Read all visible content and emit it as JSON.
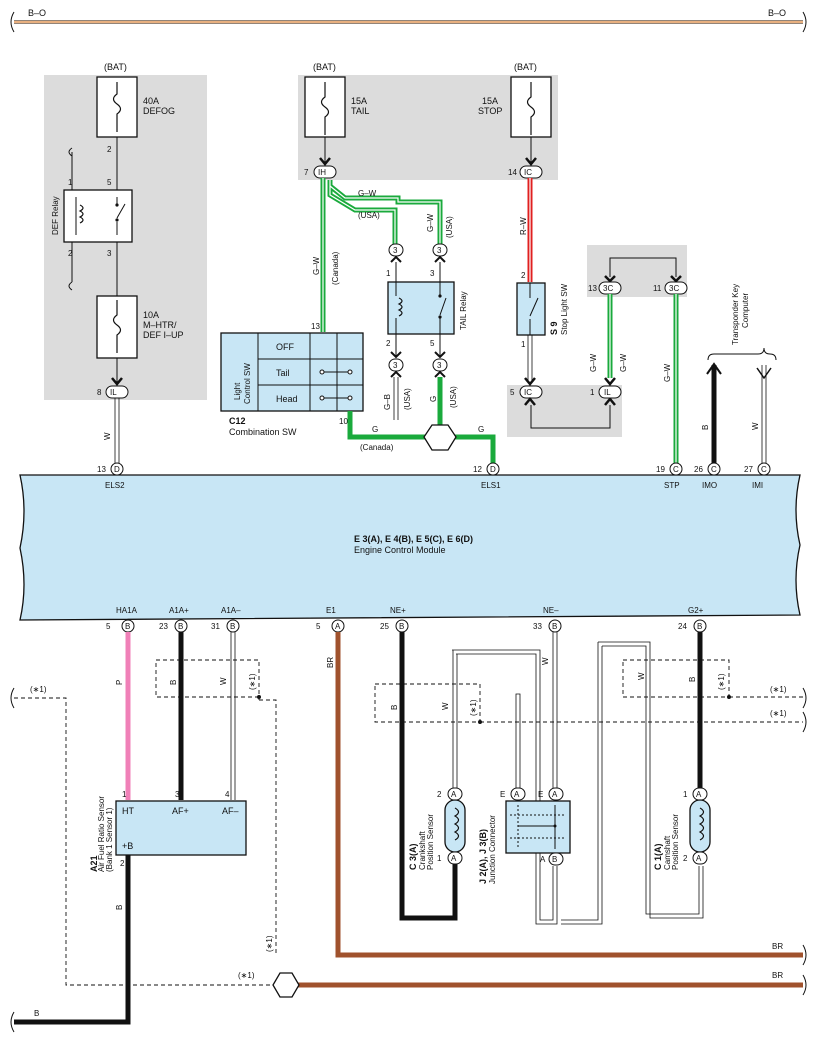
{
  "colors": {
    "panel_gray": "#dcdcdc",
    "component_blue": "#c8e6f5",
    "ecm_blue": "#c8e6f5",
    "wire_green": "#1aaa3c",
    "wire_red": "#e02020",
    "wire_pink": "#f080b8",
    "wire_brown": "#a0522d",
    "wire_black": "#111111",
    "wire_bo": "#e8b080"
  },
  "top_bus": {
    "left": "B–O",
    "right": "B–O"
  },
  "bat": {
    "label": "(BAT)"
  },
  "fuses": {
    "defog": {
      "rating": "40A",
      "name": "DEFOG"
    },
    "tail": {
      "rating": "15A",
      "name": "TAIL"
    },
    "stop": {
      "rating": "15A",
      "name": "STOP"
    },
    "mhtr": {
      "rating": "10A",
      "name_line1": "M–HTR/",
      "name_line2": "DEF I–UP"
    }
  },
  "relays": {
    "def": "DEF Relay",
    "tail": "TAIL Relay"
  },
  "light_sw": {
    "title_line1": "Light",
    "title_line2": "Control SW",
    "positions": [
      "OFF",
      "Tail",
      "Head"
    ],
    "code": "C12",
    "name": "Combination SW"
  },
  "stop_sw": {
    "code": "S 9",
    "name": "Stop Light SW"
  },
  "transponder": {
    "line1": "Transponder Key",
    "line2": "Computer"
  },
  "ecm": {
    "title": "E 3(A), E 4(B), E 5(C), E 6(D)",
    "name": "Engine Control Module",
    "top_pins": [
      {
        "num": "13",
        "conn": "D",
        "label": "ELS2"
      },
      {
        "num": "12",
        "conn": "D",
        "label": "ELS1"
      },
      {
        "num": "19",
        "conn": "C",
        "label": "STP"
      },
      {
        "num": "26",
        "conn": "C",
        "label": "IMO"
      },
      {
        "num": "27",
        "conn": "C",
        "label": "IMI"
      }
    ],
    "bottom_pins": [
      {
        "num": "5",
        "conn": "B",
        "label": "HA1A"
      },
      {
        "num": "23",
        "conn": "B",
        "label": "A1A+"
      },
      {
        "num": "31",
        "conn": "B",
        "label": "A1A–"
      },
      {
        "num": "5",
        "conn": "A",
        "label": "E1"
      },
      {
        "num": "25",
        "conn": "B",
        "label": "NE+"
      },
      {
        "num": "33",
        "conn": "B",
        "label": "NE–"
      },
      {
        "num": "24",
        "conn": "B",
        "label": "G2+"
      }
    ]
  },
  "connectors": {
    "ih": "IH",
    "ic": "IC",
    "il": "IL",
    "c3": "3C",
    "three": "3",
    "d": "D",
    "c": "C",
    "a": "A",
    "b": "B",
    "e": "E"
  },
  "wire_labels": {
    "gw": "G–W",
    "rw": "R–W",
    "w": "W",
    "b": "B",
    "g": "G",
    "gb": "G–B",
    "p": "P",
    "br": "BR",
    "canada": "(Canada)",
    "usa": "(USA)",
    "star1": "(∗1)"
  },
  "pin_numbers": {
    "n1": "1",
    "n2": "2",
    "n3": "3",
    "n4": "4",
    "n5": "5",
    "n7": "7",
    "n8": "8",
    "n10": "10",
    "n11": "11",
    "n13": "13",
    "n14": "14"
  },
  "af_sensor": {
    "code": "A21",
    "line1": "Air Fuel Ratio Sensor",
    "line2": "(Bank 1 Sensor 1)",
    "ht": "HT",
    "afp": "AF+",
    "afm": "AF–",
    "b": "+B"
  },
  "crank": {
    "code": "C 3(A)",
    "line1": "Crankshaft",
    "line2": "Position Sensor"
  },
  "jconn": {
    "code": "J 2(A), J 3(B)",
    "name": "Junction Connector"
  },
  "cam": {
    "code": "C 1(A)",
    "line1": "Camshaft",
    "line2": "Position Sensor"
  }
}
